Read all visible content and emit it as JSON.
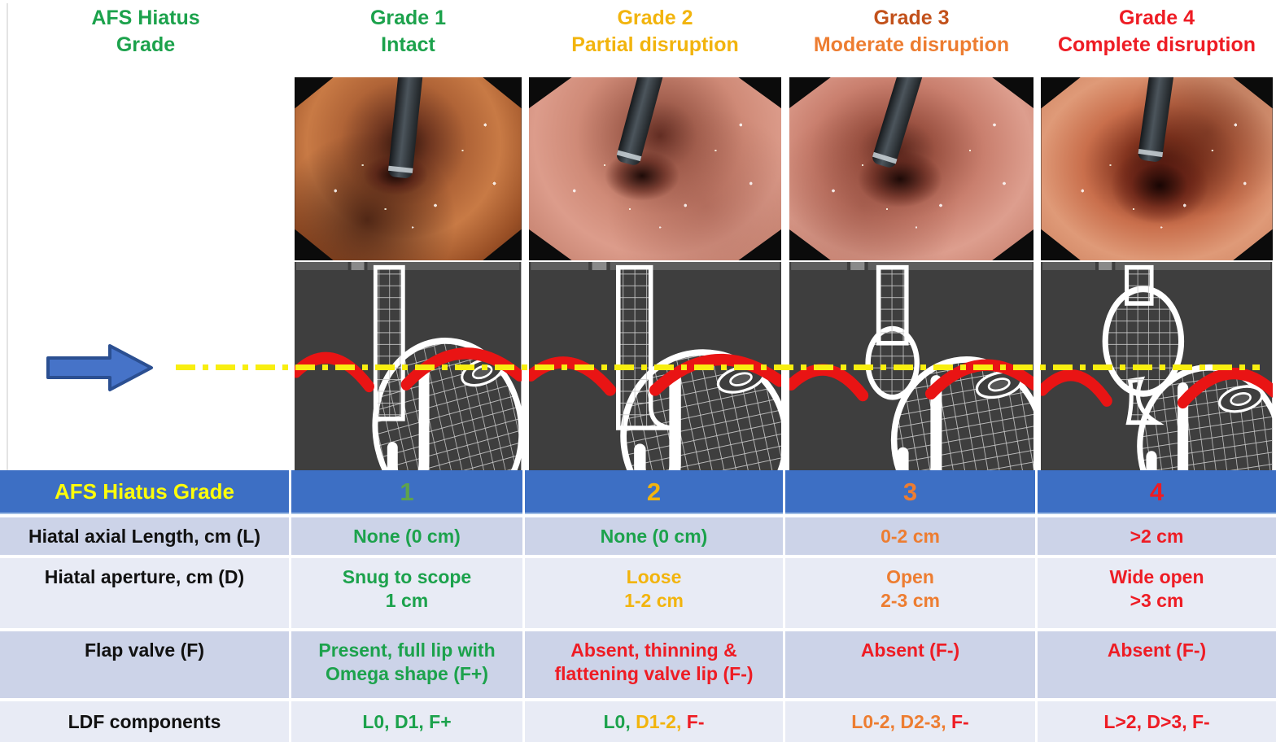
{
  "colors": {
    "green": "#1ca24c",
    "gold": "#f2b40d",
    "orange": "#ed7d31",
    "dark_orange": "#c2511b",
    "red": "#ee1c24",
    "yellow_label": "#fdfd0a",
    "header_blue": "#3d6fc4",
    "line_yellow": "#f8ee10",
    "arrow_blue": "#4673c8",
    "diaphragm_red": "#e91414"
  },
  "corner": {
    "line1": "AFS Hiatus",
    "line2": "Grade",
    "color": "#1ca24c"
  },
  "grade_headers": [
    {
      "line1": "Grade 1",
      "line2": "Intact",
      "color1": "#1ca24c",
      "color2": "#1ca24c"
    },
    {
      "line1": "Grade 2",
      "line2": "Partial disruption",
      "color1": "#f2b40d",
      "color2": "#f2b40d"
    },
    {
      "line1": "Grade 3",
      "line2": "Moderate disruption",
      "color1": "#c2511b",
      "color2": "#ed7d31"
    },
    {
      "line1": "Grade 4",
      "line2": "Complete disruption",
      "color1": "#ee1c24",
      "color2": "#ee1c24"
    }
  ],
  "icons": {
    "level_arrow": "block-arrow-right",
    "diaphragm_level_line": "yellow-dash-dot"
  },
  "table": {
    "grade_row": {
      "label": "AFS Hiatus Grade",
      "label_color": "#fdfd0a",
      "numbers": [
        {
          "text": "1",
          "color": "#5fa34c"
        },
        {
          "text": "2",
          "color": "#f2b40d"
        },
        {
          "text": "3",
          "color": "#ed7d31"
        },
        {
          "text": "4",
          "color": "#ee1c24"
        }
      ]
    },
    "rows": [
      {
        "label": "Hiatal axial Length, cm (L)",
        "cells": [
          {
            "line1": "None (0 cm)",
            "color": "#1ca24c"
          },
          {
            "line1": "None (0 cm)",
            "color": "#1ca24c"
          },
          {
            "line1": "0-2 cm",
            "color": "#ed7d31"
          },
          {
            "line1": ">2 cm",
            "color": "#ee1c24"
          }
        ]
      },
      {
        "label": "Hiatal aperture, cm (D)",
        "cells": [
          {
            "line1": "Snug to scope",
            "line2": "1 cm",
            "color": "#1ca24c"
          },
          {
            "line1": "Loose",
            "line2": "1-2 cm",
            "color": "#f2b40d"
          },
          {
            "line1": "Open",
            "line2": "2-3 cm",
            "color": "#ed7d31"
          },
          {
            "line1": "Wide open",
            "line2": ">3 cm",
            "color": "#ee1c24"
          }
        ]
      },
      {
        "label": "Flap valve (F)",
        "cells": [
          {
            "line1": "Present, full lip with",
            "line2": "Omega shape (F+)",
            "color": "#1ca24c"
          },
          {
            "line1": "Absent, thinning &",
            "line2": "flattening valve lip (F-)",
            "color": "#ee1c24"
          },
          {
            "line1": "Absent (F-)",
            "color": "#ee1c24"
          },
          {
            "line1": "Absent (F-)",
            "color": "#ee1c24"
          }
        ]
      },
      {
        "label": "LDF components",
        "cells": [
          {
            "segments": [
              {
                "text": "L0, D1, F+",
                "color": "#1ca24c"
              }
            ]
          },
          {
            "segments": [
              {
                "text": "L0,",
                "color": "#1ca24c"
              },
              {
                "text": " D1-2,",
                "color": "#f2b40d"
              },
              {
                "text": " F-",
                "color": "#ee1c24"
              }
            ]
          },
          {
            "segments": [
              {
                "text": "L0-2, D2-3,",
                "color": "#ed7d31"
              },
              {
                "text": " F-",
                "color": "#ee1c24"
              }
            ]
          },
          {
            "segments": [
              {
                "text": "L>2, D>3, F-",
                "color": "#ee1c24"
              }
            ]
          }
        ]
      }
    ]
  }
}
